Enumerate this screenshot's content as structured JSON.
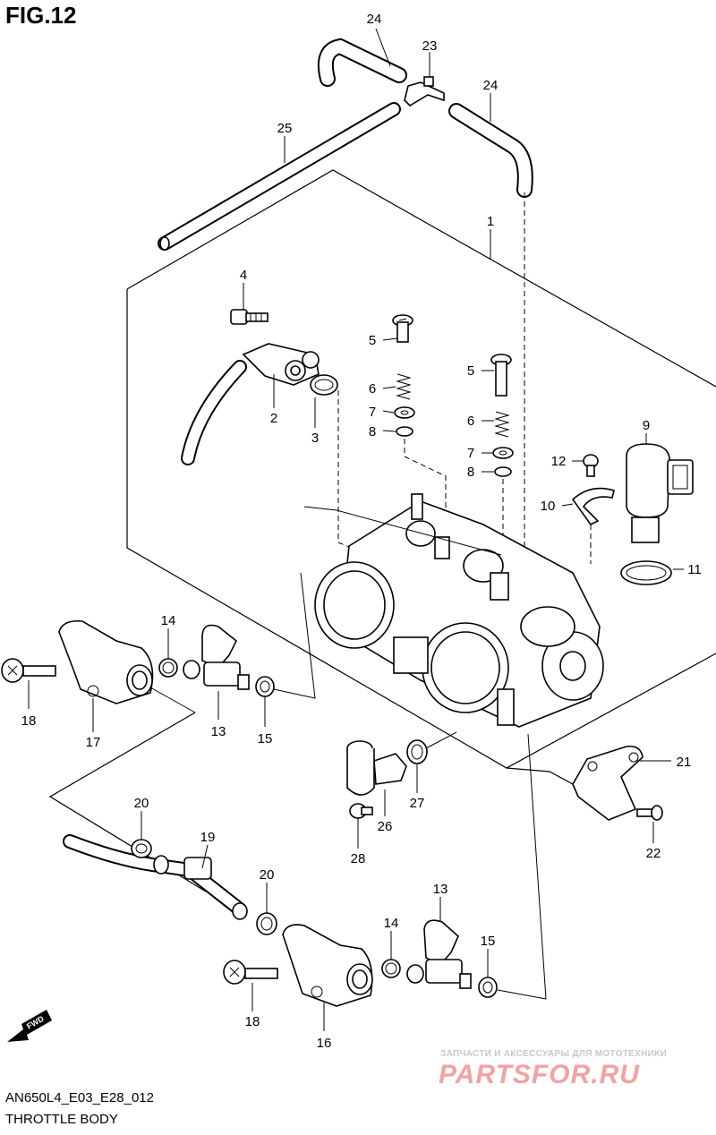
{
  "figure": {
    "title": "FIG.12"
  },
  "footer": {
    "code": "AN650L4_E03_E28_012",
    "title": "THROTTLE BODY"
  },
  "fwd_label": "FWD",
  "watermark": {
    "tagline": "ЗАПЧАСТИ И АКСЕССУАРЫ ДЛЯ МОТОТЕХНИКИ",
    "brand": "PARTSFOR.RU"
  },
  "part_numbers": {
    "p1": "1",
    "p2": "2",
    "p3": "3",
    "p4": "4",
    "p5a": "5",
    "p5b": "5",
    "p6a": "6",
    "p6b": "6",
    "p7a": "7",
    "p7b": "7",
    "p8a": "8",
    "p8b": "8",
    "p9": "9",
    "p10": "10",
    "p11": "11",
    "p12": "12",
    "p13a": "13",
    "p13b": "13",
    "p14a": "14",
    "p14b": "14",
    "p15a": "15",
    "p15b": "15",
    "p16": "16",
    "p17": "17",
    "p18a": "18",
    "p18b": "18",
    "p19": "19",
    "p20a": "20",
    "p20b": "20",
    "p21": "21",
    "p22": "22",
    "p23": "23",
    "p24a": "24",
    "p24b": "24",
    "p25": "25",
    "p26": "26",
    "p27": "27",
    "p28": "28"
  }
}
